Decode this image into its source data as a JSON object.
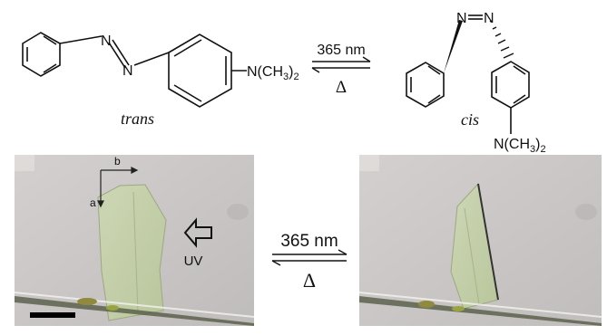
{
  "scheme": {
    "trans_label": "trans",
    "cis_label": "cis",
    "trans_substituent": "N(CH3)2",
    "cis_substituent": "N(CH3)2",
    "azo_atom": "N",
    "forward_condition": "365 nm",
    "reverse_condition": "Δ"
  },
  "micrographs": {
    "axis_a": "a",
    "axis_b": "b",
    "uv_label": "UV",
    "forward_condition": "365 nm",
    "reverse_condition": "Δ"
  },
  "colors": {
    "background_photo": "#c9c6c6",
    "crystal_fill": "#c6d3aa",
    "line": "#111111"
  }
}
